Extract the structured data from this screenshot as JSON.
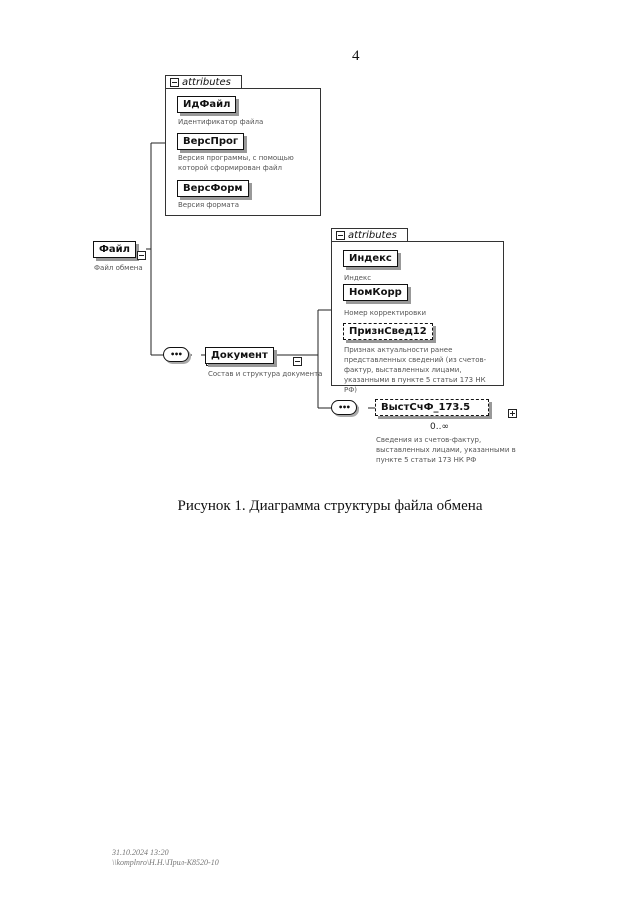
{
  "page_number": "4",
  "diagram": {
    "root": {
      "name": "Файл",
      "description": "Файл обмена"
    },
    "root_attributes": {
      "label": "attributes",
      "items": [
        {
          "name": "ИдФайл",
          "description": "Идентификатор файла"
        },
        {
          "name": "ВерсПрог",
          "description": "Версия программы, с помощью которой сформирован файл"
        },
        {
          "name": "ВерсФорм",
          "description": "Версия формата"
        }
      ]
    },
    "sequence_symbol": "•••",
    "document": {
      "name": "Документ",
      "description": "Состав и структура документа"
    },
    "document_attributes": {
      "label": "attributes",
      "items": [
        {
          "name": "Индекс",
          "description": "Индекс",
          "optional": false
        },
        {
          "name": "НомКорр",
          "description": "Номер корректировки",
          "optional": false
        },
        {
          "name": "ПризнСвед12",
          "description": "Признак актуальности ранее представленных сведений (из счетов-фактур, выставленных лицами, указанными в пункте 5 статьи 173 НК РФ)",
          "optional": true
        }
      ]
    },
    "child": {
      "name": "ВыстСчФ_173.5",
      "cardinality": "0..∞",
      "description": "Сведения из счетов-фактур, выставленных лицами, указанными в пункте 5 статьи 173 НК РФ",
      "optional": true
    }
  },
  "caption": "Рисунок 1. Диаграмма структуры файла обмена",
  "footer": {
    "line1": "31.10.2024 13:20",
    "line2": "\\\\komplnro\\Н.Н.\\Прил-К8520-10"
  }
}
